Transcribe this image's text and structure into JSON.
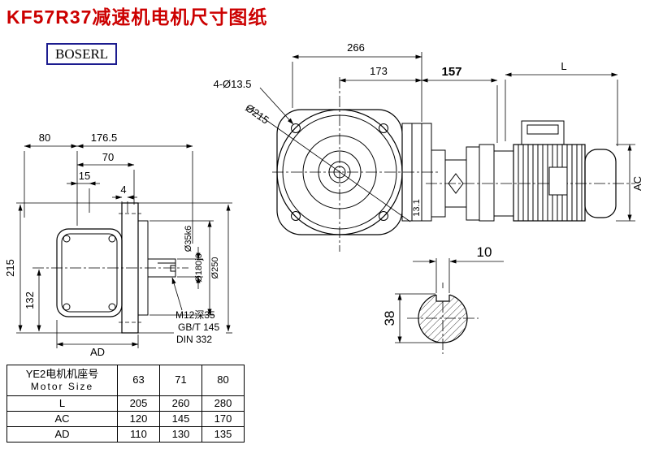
{
  "title": "KF57R37减速机电机尺寸图纸",
  "logo": "BOSERL",
  "front_view": {
    "dim_overall": "266",
    "dim_173": "173",
    "dim_bolt_holes": "4-Ø13.5",
    "dim_diameter": "Ø215",
    "dim_13_1": "13.1"
  },
  "motor_view": {
    "dim_157": "157",
    "dim_length": "L",
    "dim_ac": "AC"
  },
  "side_view": {
    "dim_80": "80",
    "dim_176_5": "176.5",
    "dim_70": "70",
    "dim_15": "15",
    "dim_4": "4",
    "dim_215": "215",
    "dim_132": "132",
    "dim_ad": "AD",
    "dim_shaft": "Ø35k6",
    "dim_spigot": "Ø180j6",
    "dim_flange": "Ø250",
    "note_tap": "M12深35",
    "note_gbt": "GB/T 145",
    "note_din": "DIN 332"
  },
  "shaft_section": {
    "dim_key_width": "10",
    "dim_diameter": "38"
  },
  "table": {
    "header_cn": "YE2电机机座号",
    "header_en": "Motor Size",
    "columns": [
      "63",
      "71",
      "80"
    ],
    "rows": [
      {
        "label": "L",
        "values": [
          "205",
          "260",
          "280"
        ]
      },
      {
        "label": "AC",
        "values": [
          "120",
          "145",
          "170"
        ]
      },
      {
        "label": "AD",
        "values": [
          "110",
          "130",
          "135"
        ]
      }
    ]
  },
  "colors": {
    "title_red": "#cc0000",
    "logo_border": "#1c1c8f",
    "line": "#000000"
  }
}
